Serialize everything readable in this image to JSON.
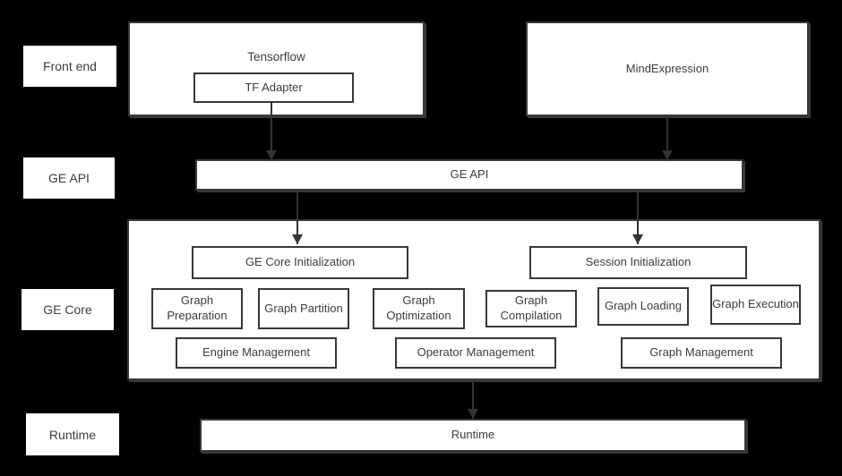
{
  "diagram": {
    "background_color": "#000000",
    "box_fill_color": "#ffffff",
    "border_color": "#383838",
    "text_color": "#3d3d3d",
    "arrow_color": "#333333"
  },
  "row_labels": [
    {
      "label": "Front end"
    },
    {
      "label": "GE API"
    },
    {
      "label": "GE Core"
    },
    {
      "label": "Runtime"
    }
  ],
  "frontend": {
    "tensorflow_label": "Tensorflow",
    "tf_adapter_label": "TF Adapter",
    "mindexpression_label": "MindExpression"
  },
  "ge_api": {
    "label": "GE API"
  },
  "ge_core": {
    "init_label": "GE Core Initialization",
    "session_init_label": "Session Initialization",
    "stages": [
      "Graph Preparation",
      "Graph Partition",
      "Graph Optimization",
      "Graph Compilation",
      "Graph Loading",
      "Graph Execution"
    ],
    "management": [
      "Engine Management",
      "Operator Management",
      "Graph Management"
    ]
  },
  "runtime": {
    "label": "Runtime"
  }
}
